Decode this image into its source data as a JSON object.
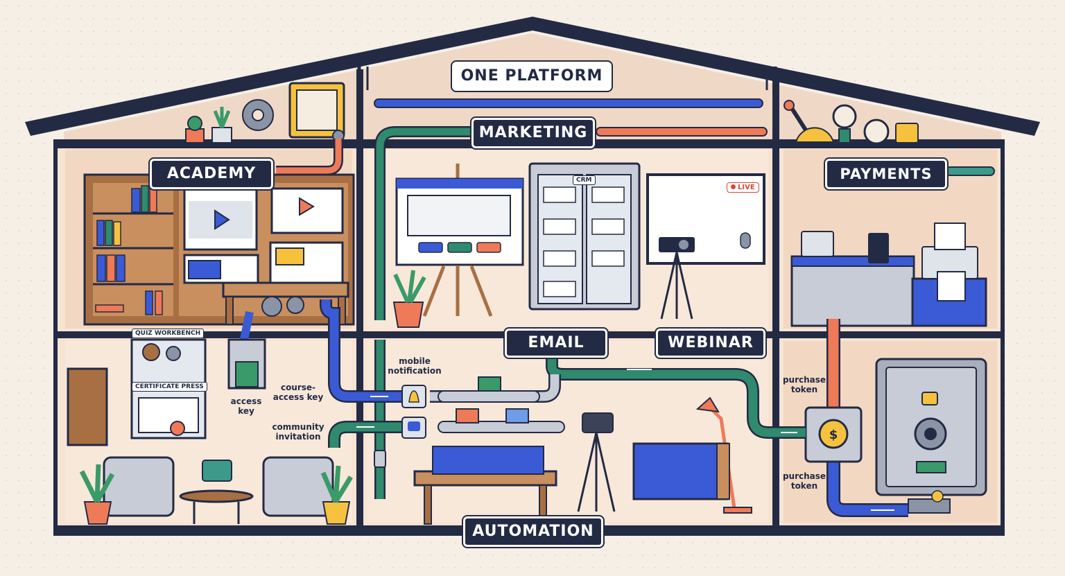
{
  "labels": {
    "platform": "ONE PLATFORM",
    "marketing": "MARKETING",
    "academy": "ACADEMY",
    "payments": "PAYMENTS",
    "email": "EMAIL",
    "webinar": "WEBINAR",
    "automation": "AUTOMATION"
  },
  "tags": {
    "quiz_workbench": "QUIZ WORKBENCH",
    "certificate_press": "CERTIFICATE PRESS",
    "crm": "CRM",
    "live": "LIVE"
  },
  "annotations": {
    "mobile_notification": "mobile\nnotification",
    "course_access_key": "course-\naccess key",
    "access_key": "access\nkey",
    "community_invitation": "community\ninvitation",
    "purchase_token_top": "purchase\ntoken",
    "purchase_token_bottom": "purchase\ntoken"
  },
  "colors": {
    "outline": "#232a44",
    "blue_pipe": "#3b5bd6",
    "orange_pipe": "#ef7a58",
    "green_pipe": "#2f8a6e",
    "wall": "#f7e3d2",
    "roof": "#efd9c6"
  }
}
